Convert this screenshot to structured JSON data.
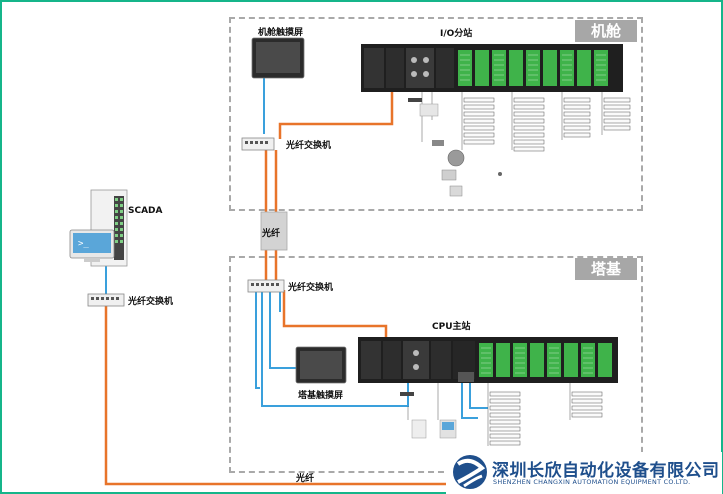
{
  "labels": {
    "scada": "SCADA",
    "switch_left": "光纤交换机",
    "nacelle_touchscreen": "机舱触摸屏",
    "io_substation": "I/O分站",
    "nacelle_switch": "光纤交换机",
    "fiber_mid": "光纤",
    "tower_switch": "光纤交换机",
    "cpu_station": "CPU主站",
    "tower_touchscreen": "塔基触摸屏",
    "fiber_bottom": "光纤"
  },
  "zones": {
    "nacelle": "机舱",
    "tower_base": "塔基"
  },
  "company": {
    "name_cn": "深圳长欣自动化设备有限公司",
    "name_en": "SHENZHEN CHANGXIN AUTOMATION EQUIPMENT CO.LTD."
  },
  "colors": {
    "fiber": "#e8742a",
    "ethernet": "#3aa0dc",
    "frame": "#15b58a",
    "zone_tag": "#a7a7a7",
    "module_green": "#3fb34a",
    "logo_blue": "#1f4f8c"
  }
}
